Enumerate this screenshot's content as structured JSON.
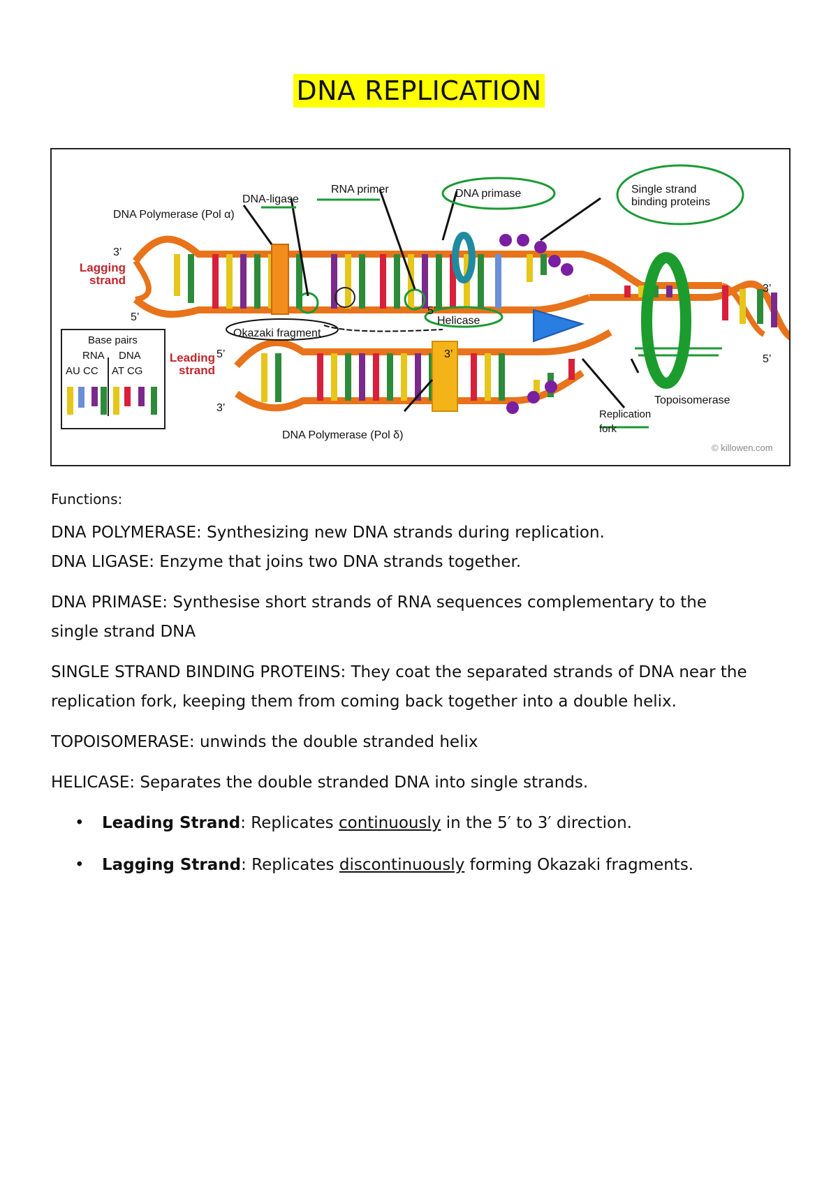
{
  "title": "DNA REPLICATION",
  "figure": {
    "labels": {
      "dna_ligase": "DNA-ligase",
      "rna_primer": "RNA primer",
      "dna_primase": "DNA primase",
      "ssb_line1": "Single strand",
      "ssb_line2": "binding proteins",
      "pol_alpha": "DNA Polymerase (Pol α)",
      "lagging_line1": "Lagging",
      "lagging_line2": "strand",
      "leading_line1": "Leading",
      "leading_line2": "strand",
      "okazaki": "Okazaki fragment",
      "helicase": "Helicase",
      "topoisomerase": "Topoisomerase",
      "fork_line1": "Replication",
      "fork_line2": "fork",
      "pol_delta": "DNA Polymerase (Pol δ)",
      "credit": "© killowen.com",
      "end_3_top_left": "3’",
      "end_5_top_left": "5’",
      "end_3_right": "3’",
      "end_5_right": "5’",
      "end_5_lower": "5’",
      "end_3_lower": "3’",
      "end_3_mid": "3’",
      "end_5_mid": "5’"
    },
    "legend": {
      "title": "Base pairs",
      "rna": "RNA",
      "dna": "DNA",
      "rna_pairs": "AU CC",
      "dna_pairs": "AT CG"
    },
    "colors": {
      "backbone": "#e8731a",
      "polymerase": "#f28c1b",
      "helicase": "#2a7de1",
      "topoisomerase": "#1c9c2c",
      "primase": "#1f8aa0",
      "ssb": "#7a1fa2",
      "annotation": "#1a9a33",
      "base_yellow": "#e6c619",
      "base_green": "#2e8b3a",
      "base_red": "#d8203a",
      "base_purple": "#7a2a8a",
      "base_blue": "#6b8fd6"
    }
  },
  "text": {
    "functions": "Functions:",
    "polymerase": "DNA POLYMERASE: Synthesizing new DNA strands during replication.",
    "ligase": "DNA LIGASE: Enzyme that joins two DNA strands together.",
    "primase_line1": "DNA PRIMASE: Synthesise short strands of RNA sequences complementary to the",
    "primase_line2": "single strand DNA",
    "ssb_line1": "SINGLE STRAND BINDING PROTEINS: They coat the separated strands of DNA near the",
    "ssb_line2": "replication fork, keeping them from coming back together into a double helix.",
    "topoisomerase": "TOPOISOMERASE: unwinds the double stranded helix",
    "helicase": "HELICASE: Separates the double stranded DNA into single strands.",
    "leading_term": "Leading Strand",
    "leading_pre": ": Replicates ",
    "leading_word": "continuously",
    "leading_post": " in the 5′ to 3′ direction.",
    "lagging_term": "Lagging Strand",
    "lagging_pre": ": Replicates ",
    "lagging_word": "discontinuously",
    "lagging_post": " forming Okazaki fragments."
  }
}
